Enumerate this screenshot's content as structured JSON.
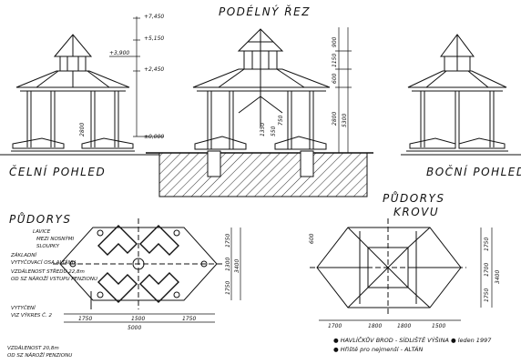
{
  "views": {
    "longitudinal_section": "PODÉLNÝ ŘEZ",
    "front_view": "ČELNÍ POHLED",
    "side_view": "BOČNÍ POHLED",
    "floor_plan": "PŮDORYS",
    "roof_plan_line1": "PŮDORYS",
    "roof_plan_line2": "KROVU"
  },
  "plan_notes": {
    "bench_1": "LAVICE",
    "bench_2": "MEZI NOSNÝMI",
    "bench_3": "SLOUPKY",
    "axis_1": "ZÁKLADNÍ",
    "axis_2": "VYTYČOVACÍ OSA ALTÁNU",
    "dist_1": "VZDÁLENOST STŘEDU 22,8m",
    "dist_2": "OD SZ NÁROŽÍ VSTUPU PENZIONU",
    "stake_1": "VYTYČENÍ",
    "stake_2": "VIZ VÝKRES Č. 2",
    "dist2_1": "VZDÁLENOST 20,8m",
    "dist2_2": "OD SZ NÁROŽÍ PENZIONU"
  },
  "elevations": {
    "front": [
      "+7,450",
      "+5,150",
      "+3,900",
      "+2,450",
      "±0,000"
    ],
    "section": [
      "900",
      "1150",
      "600",
      "2800",
      "5300",
      "750",
      "550",
      "1350"
    ],
    "front_height": "2800"
  },
  "plan_dims": {
    "bottom_segments": [
      "1750",
      "1500",
      "1750"
    ],
    "bottom_total": "5000",
    "right_total": "3400",
    "right_segments": [
      "1750",
      "1300",
      "1750"
    ]
  },
  "roof_dims": {
    "bottom_segments": [
      "1700",
      "1800",
      "1800",
      "1500"
    ],
    "right_total": "3400",
    "right_segments": [
      "1750",
      "1700",
      "1750"
    ],
    "top": "600"
  },
  "footer": {
    "line1": "● HAVLÍČKŮV BROD - SÍDLIŠTĚ VÝŠINA ● leden 1997",
    "line2": "● Hřiště pro nejmenší - ALTÁN"
  }
}
